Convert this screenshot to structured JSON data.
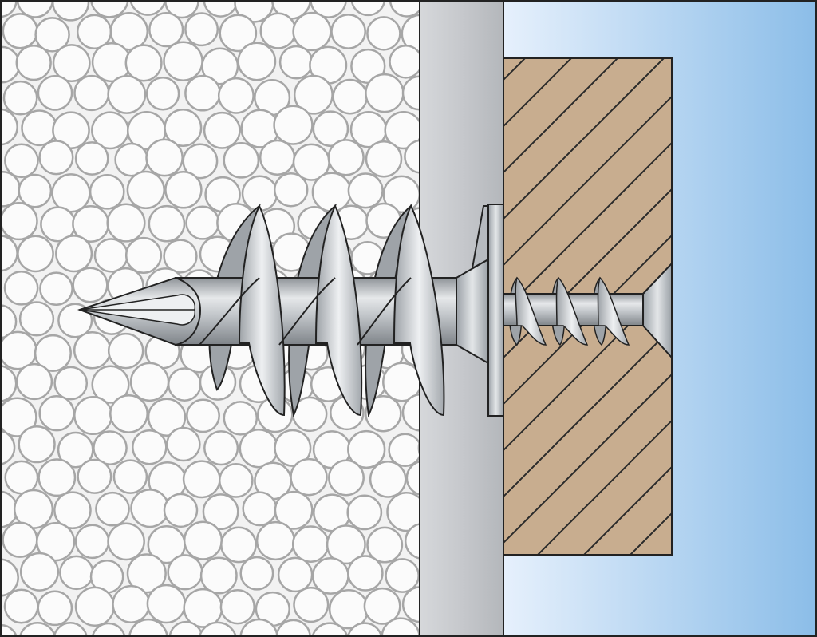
{
  "diagram": {
    "kind": "cross-section",
    "layers": [
      {
        "name": "insulation-board",
        "fill": "#f2f2f2",
        "bead_fill": "#fbfbfb",
        "bead_stroke": "#a6a6a6"
      },
      {
        "name": "render-layer",
        "fill": "#c6c8cc"
      },
      {
        "name": "wood-fixture",
        "fill": "#c8ad8f",
        "hatch_color": "#2a2a2a"
      },
      {
        "name": "blue-background",
        "gradient": [
          "#e6f0fc",
          "#8bbde8"
        ]
      }
    ],
    "objects": [
      {
        "name": "insulation-spiral-anchor",
        "metal_color": "#b9bdc2"
      },
      {
        "name": "wood-screw",
        "metal_color": "#b9bdc2"
      }
    ],
    "outline_color": "#222222"
  }
}
